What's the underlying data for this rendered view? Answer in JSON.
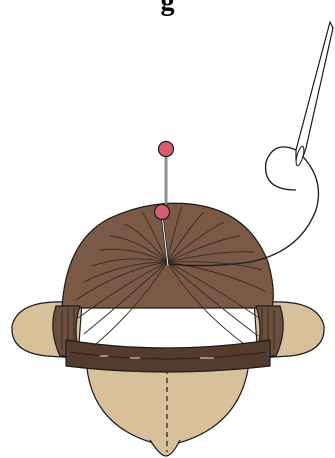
{
  "figure": {
    "caption": "g",
    "colors": {
      "hair": "#7a5a47",
      "hair_dark": "#553b2e",
      "skin": "#d8c09a",
      "outline": "#1a1a1a",
      "pin_head": "#d95d72",
      "needle": "#ffffff",
      "background": "#ffffff"
    },
    "parts": [
      "head",
      "ears",
      "hair-wig",
      "stitch-line",
      "pin-top",
      "pin-inserted",
      "needle",
      "thread"
    ]
  }
}
